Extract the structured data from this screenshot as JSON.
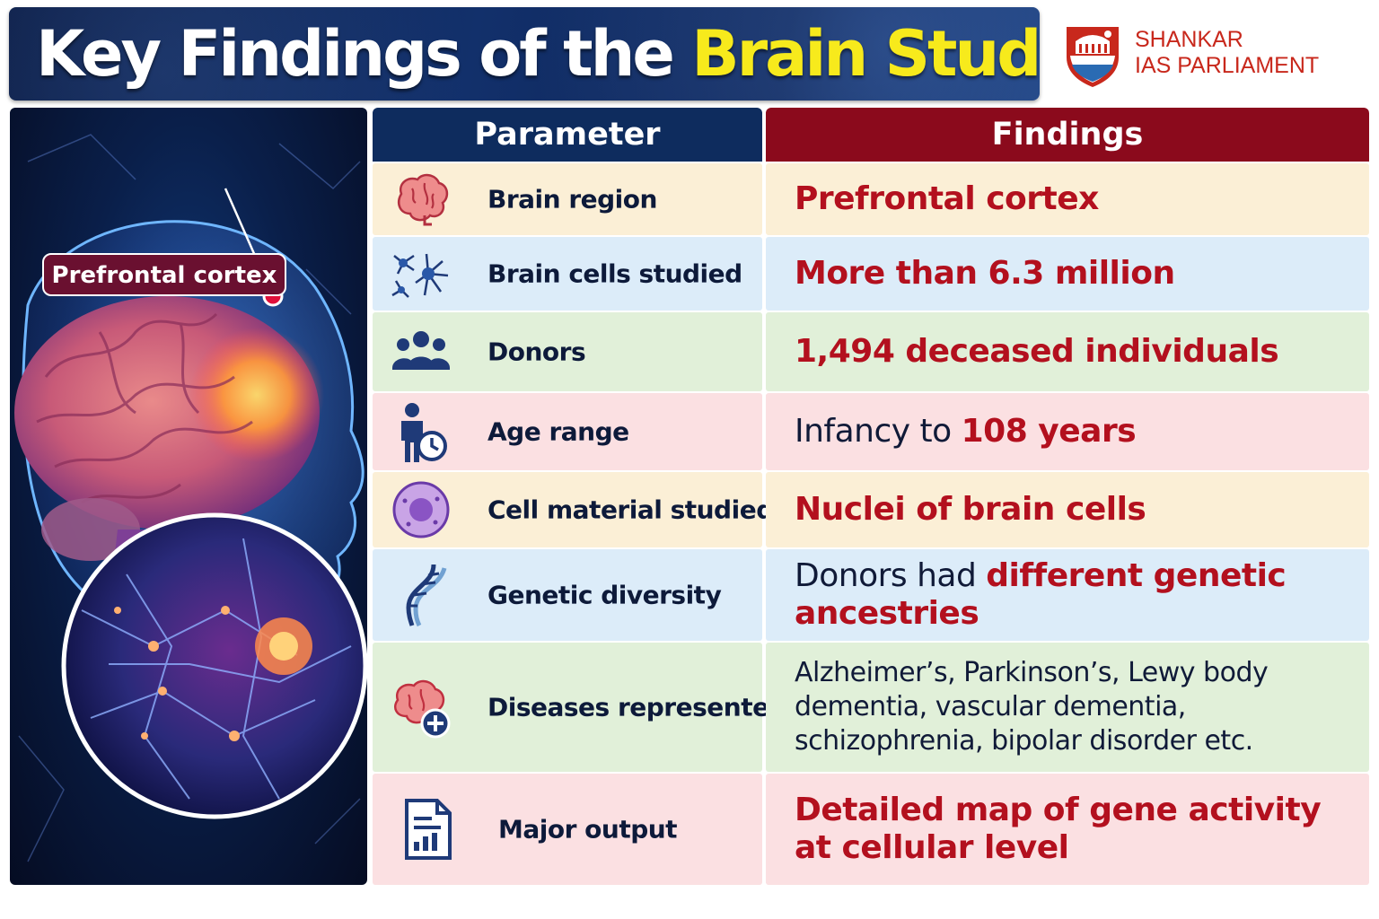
{
  "header": {
    "title_white": "Key Findings of the",
    "title_yellow": "Brain Study",
    "title_yellow_color": "#f7ea1c",
    "banner_color": "#0e2c5e"
  },
  "logo": {
    "line1": "SHANKAR",
    "line2": "IAS PARLIAMENT",
    "color": "#c8281c",
    "icon": "parliament-shield-icon"
  },
  "image_panel": {
    "callout_label": "Prefrontal cortex",
    "icons": [
      "brain-illustration",
      "human-head-silhouette",
      "neuron-network-closeup"
    ]
  },
  "table": {
    "header_parameter": "Parameter",
    "header_findings": "Findings",
    "header_parameter_color": "#0e2c5e",
    "header_findings_color": "#8b0a1c",
    "rows": [
      {
        "icon": "brain-icon",
        "parameter": "Brain region",
        "finding": "Prefrontal cortex"
      },
      {
        "icon": "neurons-icon",
        "parameter": "Brain cells studied",
        "finding": "More than 6.3 million"
      },
      {
        "icon": "people-group-icon",
        "parameter": "Donors",
        "finding": "1,494 deceased individuals"
      },
      {
        "icon": "person-clock-icon",
        "parameter": "Age range",
        "finding_plain": "Infancy to ",
        "finding_highlight": "108 years"
      },
      {
        "icon": "cell-icon",
        "parameter": "Cell material studied",
        "finding": "Nuclei of brain cells"
      },
      {
        "icon": "dna-icon",
        "parameter": "Genetic diversity",
        "finding_plain": "Donors had ",
        "finding_highlight": "different genetic ancestries"
      },
      {
        "icon": "brain-plus-icon",
        "parameter": "Diseases represented",
        "finding": "Alzheimer’s, Parkinson’s, Lewy body dementia, vascular dementia, schizophrenia, bipolar disorder etc."
      },
      {
        "icon": "report-chart-icon",
        "parameter": "Major output",
        "finding": "Detailed map of gene activity at cellular level"
      }
    ]
  }
}
